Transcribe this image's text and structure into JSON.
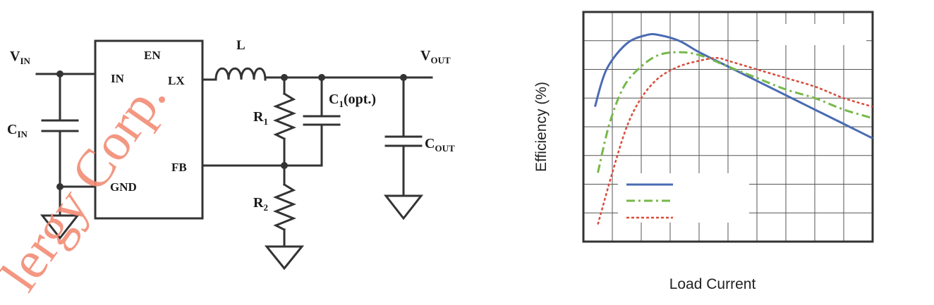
{
  "schematic": {
    "vin_main": "V",
    "vin_sub": "IN",
    "vout_main": "V",
    "vout_sub": "OUT",
    "pin_en": "EN",
    "pin_in": "IN",
    "pin_lx": "LX",
    "pin_fb": "FB",
    "pin_gnd": "GND",
    "inductor": "L",
    "c1_main": "C",
    "c1_sub": "1",
    "c1_suffix": "(opt.)",
    "cin_main": "C",
    "cin_sub": "IN",
    "cout_main": "C",
    "cout_sub": "OUT",
    "r1_main": "R",
    "r1_sub": "1",
    "r2_main": "R",
    "r2_sub": "2",
    "watermark": "lergy Corp.",
    "wire_color": "#333333",
    "watermark_color": "#f28c75"
  },
  "chart_data": {
    "type": "line",
    "title": "",
    "xlabel": "Load Current",
    "ylabel": "Efficiency (%)",
    "xlim": [
      0,
      10
    ],
    "ylim": [
      0,
      8
    ],
    "grid": true,
    "legend_placement": "bottom-left",
    "series": [
      {
        "color": "#4a6bb3",
        "dash": "solid",
        "x": [
          0.4,
          0.8,
          1.5,
          2.2,
          2.6,
          3.3,
          4.0,
          5.0,
          6.0,
          7.0,
          8.0,
          9.0,
          10.0
        ],
        "y": [
          4.7,
          6.0,
          6.9,
          7.2,
          7.2,
          7.0,
          6.6,
          6.1,
          5.6,
          5.1,
          4.6,
          4.1,
          3.6
        ]
      },
      {
        "color": "#77b84a",
        "dash": "dashdot",
        "x": [
          0.5,
          0.9,
          1.4,
          2.0,
          2.6,
          3.3,
          4.0,
          5.0,
          6.0,
          7.0,
          8.0,
          9.0,
          10.0
        ],
        "y": [
          2.4,
          4.1,
          5.4,
          6.1,
          6.5,
          6.6,
          6.5,
          6.1,
          5.7,
          5.3,
          5.0,
          4.6,
          4.3
        ]
      },
      {
        "color": "#d94a3a",
        "dash": "dotted",
        "x": [
          0.5,
          1.0,
          1.5,
          2.0,
          2.6,
          3.3,
          4.0,
          4.6,
          5.0,
          6.0,
          7.0,
          8.0,
          9.0,
          10.0
        ],
        "y": [
          0.6,
          2.4,
          4.0,
          5.0,
          5.7,
          6.1,
          6.3,
          6.4,
          6.3,
          6.0,
          5.7,
          5.4,
          5.0,
          4.7
        ]
      }
    ]
  }
}
